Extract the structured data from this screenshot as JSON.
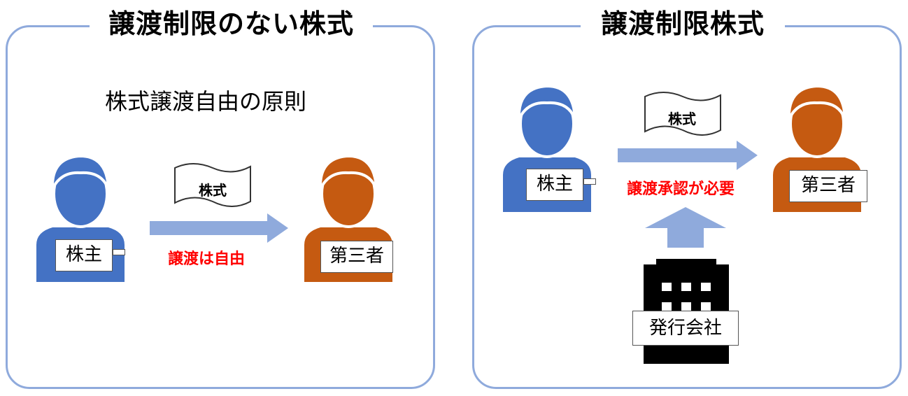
{
  "left_panel": {
    "title": "譲渡制限のない株式",
    "subtitle": "株式譲渡自由の原則",
    "shareholder_label": "株主",
    "third_party_label": "第三者",
    "document_label": "株式",
    "transfer_label": "譲渡は自由"
  },
  "right_panel": {
    "title": "譲渡制限株式",
    "shareholder_label": "株主",
    "third_party_label": "第三者",
    "document_label": "株式",
    "transfer_label": "譲渡承認が必要",
    "company_label": "発行会社"
  },
  "colors": {
    "shareholder": "#4472c4",
    "third_party": "#c55a11",
    "arrow": "#8faadc",
    "panel_border": "#8faadc",
    "emphasis": "#ff0000"
  },
  "icons": {
    "person": "person-icon",
    "document": "document-icon",
    "building": "building-icon",
    "arrow": "arrow-icon"
  }
}
